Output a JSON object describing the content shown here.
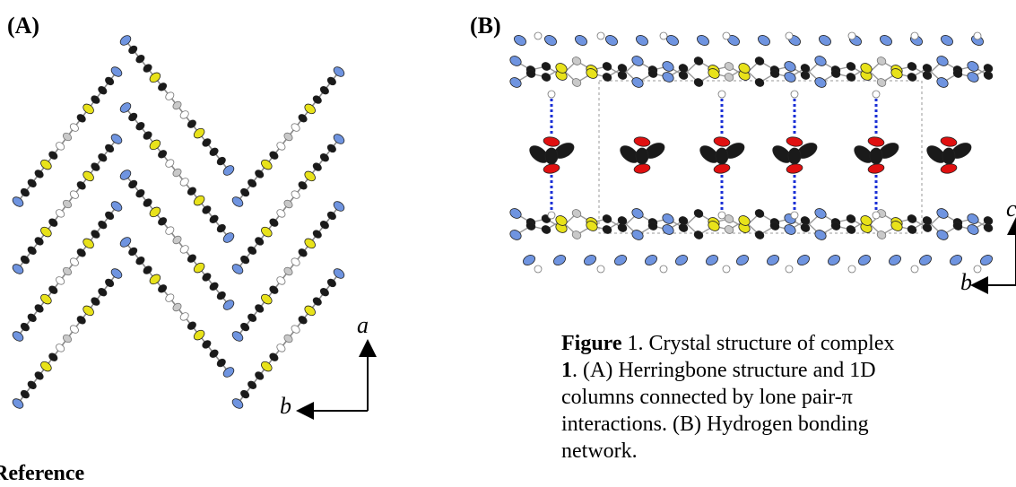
{
  "panel_a": {
    "label": "(A)",
    "axis_vertical": "a",
    "axis_horizontal": "b"
  },
  "panel_b": {
    "label": "(B)",
    "axis_horizontal": "b",
    "axis_vertical": "c"
  },
  "caption": {
    "prefix": "Figure",
    "number": " 1. Crystal structure of complex ",
    "compound": "1",
    "rest": ". (A) Herringbone structure and 1D columns connected by lone pair-π interactions. (B) Hydrogen bonding network."
  },
  "reference_heading": "Reference",
  "atom_colors": {
    "carbon": "#1a1a1a",
    "nitrogen": "#6f94e0",
    "sulfur": "#e8e21a",
    "oxygen": "#e01010",
    "metal": "#c9c9c9",
    "hydrogen": "#ffffff",
    "hbond": "#1a2fd6"
  }
}
